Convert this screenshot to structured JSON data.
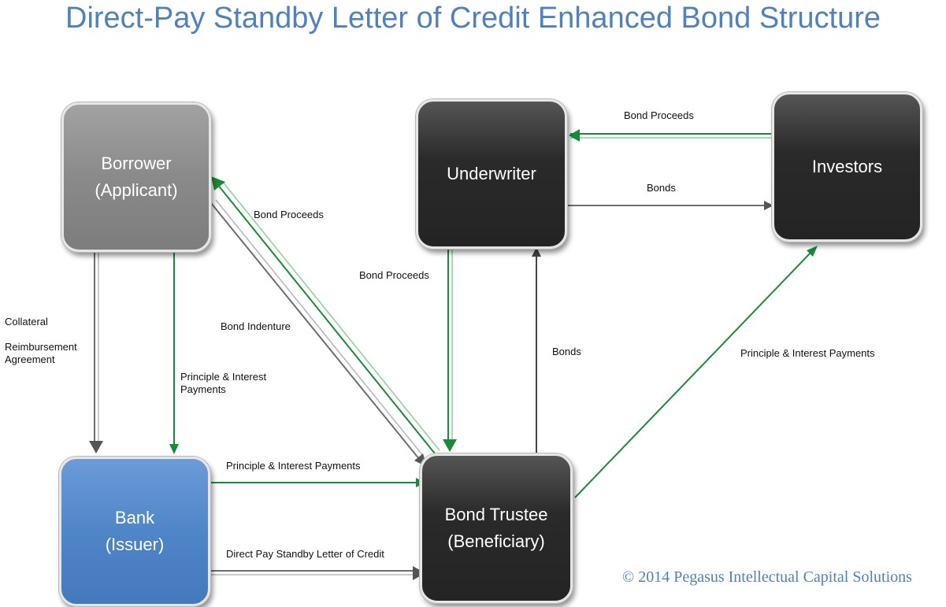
{
  "title": "Direct-Pay Standby Letter of Credit Enhanced Bond Structure",
  "copyright": "© 2014 Pegasus Intellectual Capital Solutions",
  "colors": {
    "title": "#4f81bd",
    "green_arrow": "#1a8a3a",
    "gray_arrow": "#6d6d6d",
    "dark_node": "#2a2a2a",
    "gray_node": "#8a8a8a",
    "blue_node": "#4f86c8"
  },
  "nodes": {
    "borrower": {
      "line1": "Borrower",
      "line2": "(Applicant)"
    },
    "underwriter": {
      "line1": "Underwriter"
    },
    "investors": {
      "line1": "Investors"
    },
    "bank": {
      "line1": "Bank",
      "line2": "(Issuer)"
    },
    "trustee": {
      "line1": "Bond Trustee",
      "line2": "(Beneficiary)"
    }
  },
  "edge_labels": {
    "investors_to_underwriter": "Bond Proceeds",
    "underwriter_to_investors": "Bonds",
    "trustee_to_borrower": "Bond Proceeds",
    "borrower_to_trustee": "Bond Indenture",
    "underwriter_to_trustee": "Bond Proceeds",
    "trustee_to_underwriter": "Bonds",
    "trustee_to_investors": "Principle & Interest Payments",
    "collateral": "Collateral",
    "reimbursement_1": "Reimbursement",
    "reimbursement_2": "Agreement",
    "borrower_to_bank_1": "Principle & Interest",
    "borrower_to_bank_2": "Payments",
    "bank_to_trustee_payments": "Principle & Interest Payments",
    "bank_to_trustee_loc": "Direct Pay Standby Letter of Credit"
  }
}
